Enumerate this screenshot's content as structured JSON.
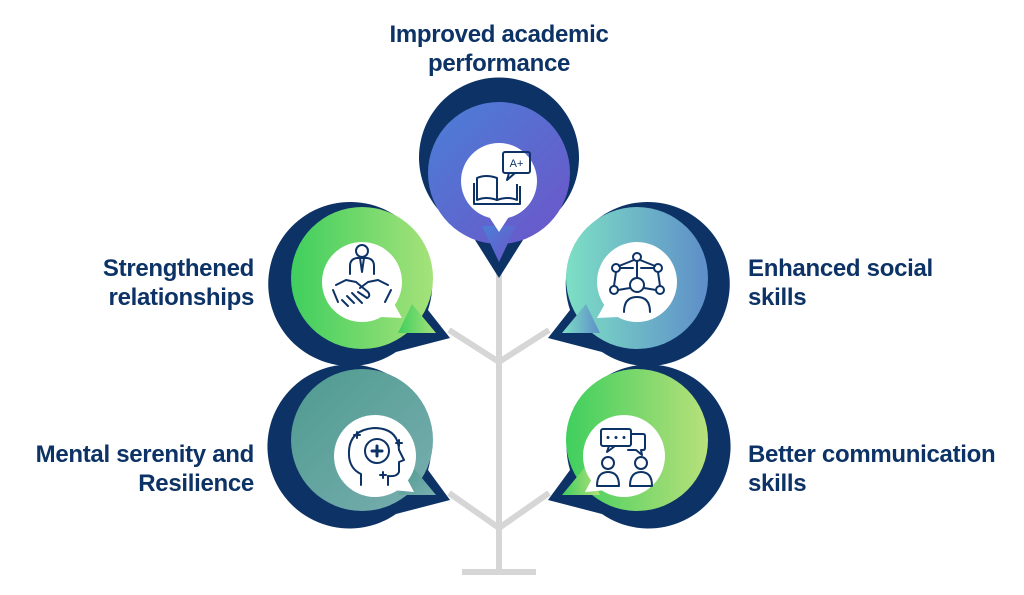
{
  "items": [
    {
      "id": "top",
      "label_line1": "Improved academic",
      "label_line2": "performance",
      "icon": "book-grade-icon"
    },
    {
      "id": "left_upper",
      "label_line1": "Strengthened",
      "label_line2": "relationships",
      "icon": "handshake-icon"
    },
    {
      "id": "right_upper",
      "label_line1": "Enhanced social",
      "label_line2": "skills",
      "icon": "social-network-icon"
    },
    {
      "id": "left_lower",
      "label_line1": "Mental serenity and",
      "label_line2": "Resilience",
      "icon": "mental-health-head-icon"
    },
    {
      "id": "right_lower",
      "label_line1": "Better communication",
      "label_line2": "skills",
      "icon": "conversation-icon"
    }
  ],
  "icon_text": {
    "grade": "A+"
  },
  "colors": {
    "navy": "#0d3366",
    "trunk": "#d6d6d6",
    "top_grad": [
      "#4a7fd6",
      "#6d55c9"
    ],
    "left_upper_grad": [
      "#3fcf5e",
      "#a6e27a"
    ],
    "right_upper_grad": [
      "#7ddfc4",
      "#5e8ec9"
    ],
    "left_lower_grad": [
      "#4e9b8f",
      "#79aeb0"
    ],
    "right_lower_grad": [
      "#3fcf5e",
      "#b8e07a"
    ]
  }
}
